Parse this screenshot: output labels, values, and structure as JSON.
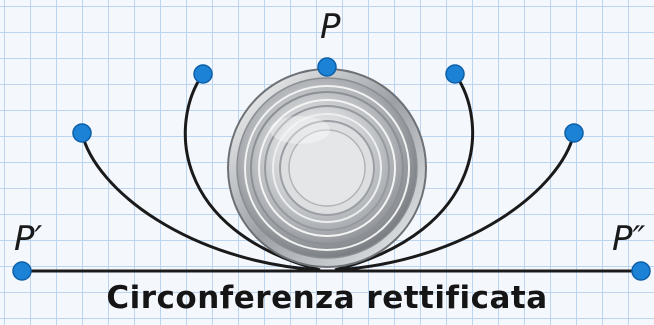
{
  "labels": {
    "top_point": "P",
    "left_point": "P′",
    "right_point": "P″"
  },
  "caption": "Circonferenza rettificata",
  "colors": {
    "grid_line": "#bcd6f2",
    "background": "#f4f8fd",
    "point_fill": "#1b82d6",
    "point_stroke": "#0e5fa8",
    "curve": "#1a1a1a"
  }
}
